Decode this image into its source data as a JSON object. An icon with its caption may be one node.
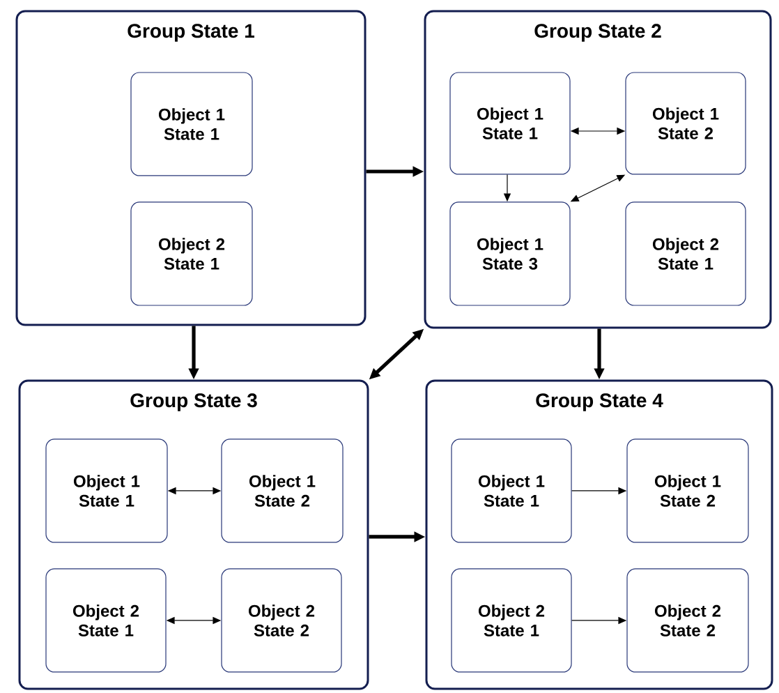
{
  "diagram": {
    "nodes": [
      {
        "text": [
          "Group State 1"
        ]
      },
      {
        "text": [
          "Object 1 State 1"
        ],
        "in": 0
      },
      {
        "text": [
          "Object 2 State 1"
        ],
        "in": 0
      },
      {
        "text": [
          "Group State 2"
        ]
      },
      {
        "text": [
          "Object 1 State 1"
        ],
        "in": 3
      },
      {
        "text": [
          "Object 1 State 2"
        ],
        "in": 3
      },
      {
        "text": [
          "Object 1 State 3"
        ],
        "in": 3
      },
      {
        "text": [
          "Object 2 State 1"
        ],
        "in": 3
      },
      {
        "text": [
          "Group State 3"
        ]
      },
      {
        "text": [
          "Object 1 State 1"
        ],
        "in": 8
      },
      {
        "text": [
          "Object 1 State 2"
        ],
        "in": 8
      },
      {
        "text": [
          "Object 2 State 1"
        ],
        "in": 8
      },
      {
        "text": [
          "Object 2 State 2"
        ],
        "in": 8
      },
      {
        "text": [
          "Group State 4"
        ]
      },
      {
        "text": [
          "Object 1 State 1"
        ],
        "in": 13
      },
      {
        "text": [
          "Object 1 State 2"
        ],
        "in": 13
      },
      {
        "text": [
          "Object 2 State 1"
        ],
        "in": 13
      },
      {
        "text": [
          "Object 2 State 2"
        ],
        "in": 13
      }
    ],
    "edges": [
      {
        "from": 0,
        "to": 3,
        "arrow": "to",
        "style": "thick"
      },
      {
        "from": 0,
        "to": 8,
        "arrow": "to",
        "style": "thick"
      },
      {
        "from": 3,
        "to": 8,
        "arrow": "both",
        "style": "thick"
      },
      {
        "from": 3,
        "to": 13,
        "arrow": "to",
        "style": "thick"
      },
      {
        "from": 8,
        "to": 13,
        "arrow": "to",
        "style": "thick"
      },
      {
        "from": 4,
        "to": 5,
        "arrow": "both"
      },
      {
        "from": 4,
        "to": 6,
        "arrow": "to"
      },
      {
        "from": 5,
        "to": 6,
        "arrow": "both"
      },
      {
        "from": 9,
        "to": 10,
        "arrow": "both"
      },
      {
        "from": 11,
        "to": 12,
        "arrow": "both"
      },
      {
        "from": 14,
        "to": 15,
        "arrow": "to"
      },
      {
        "from": 16,
        "to": 17,
        "arrow": "to"
      }
    ]
  }
}
